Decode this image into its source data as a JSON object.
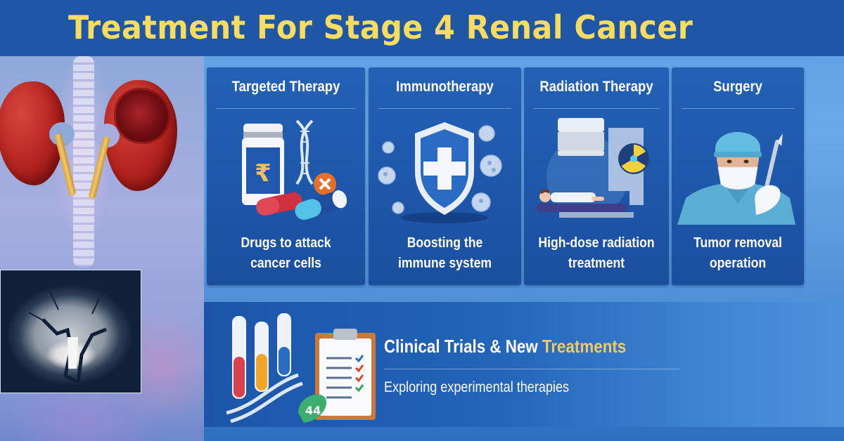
{
  "header": {
    "title": "Treatment For Stage 4 Renal Cancer",
    "background_color": "#1f57a6",
    "title_color": "#f7dc5f"
  },
  "left_panel": {
    "illustration": "kidneys-with-tumor",
    "inset_image": "kidney-ct-scan"
  },
  "cards": [
    {
      "title": "Targeted Therapy",
      "icon": "medicine-bottle-dna-pills-icon",
      "description_line1": "Drugs to attack",
      "description_line2": "cancer cells"
    },
    {
      "title": "Immunotherapy",
      "icon": "shield-cross-virus-icon",
      "description_line1": "Boosting the",
      "description_line2": "immune system"
    },
    {
      "title": "Radiation Therapy",
      "icon": "radiation-machine-patient-icon",
      "description_line1": "High-dose radiation",
      "description_line2": "treatment"
    },
    {
      "title": "Surgery",
      "icon": "surgeon-scalpel-icon",
      "description_line1": "Tumor removal",
      "description_line2": "operation"
    }
  ],
  "banner": {
    "title_prefix": "Clinical Trials & New ",
    "title_accent": "Treatments",
    "subtitle": "Exploring experimental therapies",
    "icon": "test-tubes-clipboard-dna-icon",
    "accent_color": "#f0c967"
  }
}
